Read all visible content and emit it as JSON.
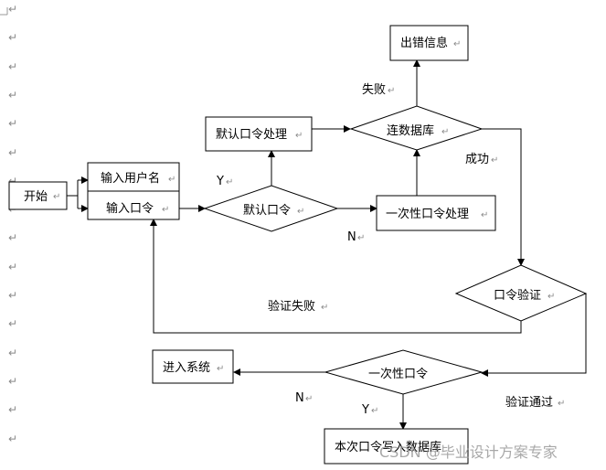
{
  "nodes": {
    "start": "开始",
    "input_username": "输入用户名",
    "input_password": "输入口令",
    "default_password_decision": "默认口令",
    "default_password_process": "默认口令处理",
    "onetime_password_process": "一次性口令处理",
    "db_connect": "连数据库",
    "error_info": "出错信息",
    "password_verify": "口令验证",
    "onetime_password_decision": "一次性口令",
    "enter_system": "进入系统",
    "write_db": "本次口令写入数据库"
  },
  "edge_labels": {
    "fail": "失败",
    "success": "成功",
    "yes_default": "Y",
    "no_default": "N",
    "verify_failed": "验证失败",
    "verify_passed": "验证通过",
    "no_onetime": "N",
    "yes_onetime": "Y"
  },
  "marks": {
    "paragraph": "↵"
  },
  "watermark": "CSDN @毕业设计方案专家"
}
